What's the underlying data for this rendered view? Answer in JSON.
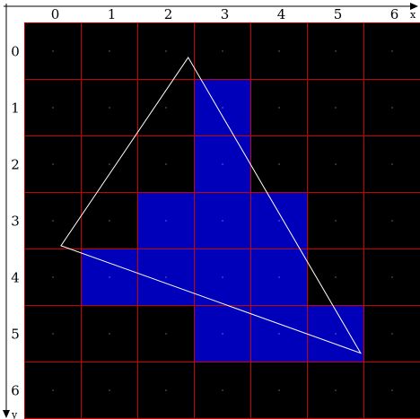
{
  "axes": {
    "x_label": "x",
    "y_label": "y",
    "x_ticks": [
      "0",
      "1",
      "2",
      "3",
      "4",
      "5",
      "6"
    ],
    "y_ticks": [
      "0",
      "1",
      "2",
      "3",
      "4",
      "5",
      "6"
    ]
  },
  "grid": {
    "columns": 7,
    "rows": 7,
    "background_color": "#000000",
    "line_color": "#cc0000",
    "center_dot_color": "#c0c0c0"
  },
  "filled_cells": {
    "color": "#0000bb",
    "cells": [
      {
        "col": 3,
        "row": 1
      },
      {
        "col": 3,
        "row": 2
      },
      {
        "col": 2,
        "row": 3
      },
      {
        "col": 3,
        "row": 3
      },
      {
        "col": 4,
        "row": 3
      },
      {
        "col": 1,
        "row": 4
      },
      {
        "col": 2,
        "row": 4
      },
      {
        "col": 3,
        "row": 4
      },
      {
        "col": 4,
        "row": 4
      },
      {
        "col": 3,
        "row": 5
      },
      {
        "col": 4,
        "row": 5
      },
      {
        "col": 5,
        "row": 5
      }
    ]
  },
  "triangle": {
    "color": "#ffffff",
    "vertices": [
      {
        "x": 2.9,
        "y": 0.62
      },
      {
        "x": 0.65,
        "y": 3.95
      },
      {
        "x": 5.95,
        "y": 5.85
      }
    ]
  }
}
